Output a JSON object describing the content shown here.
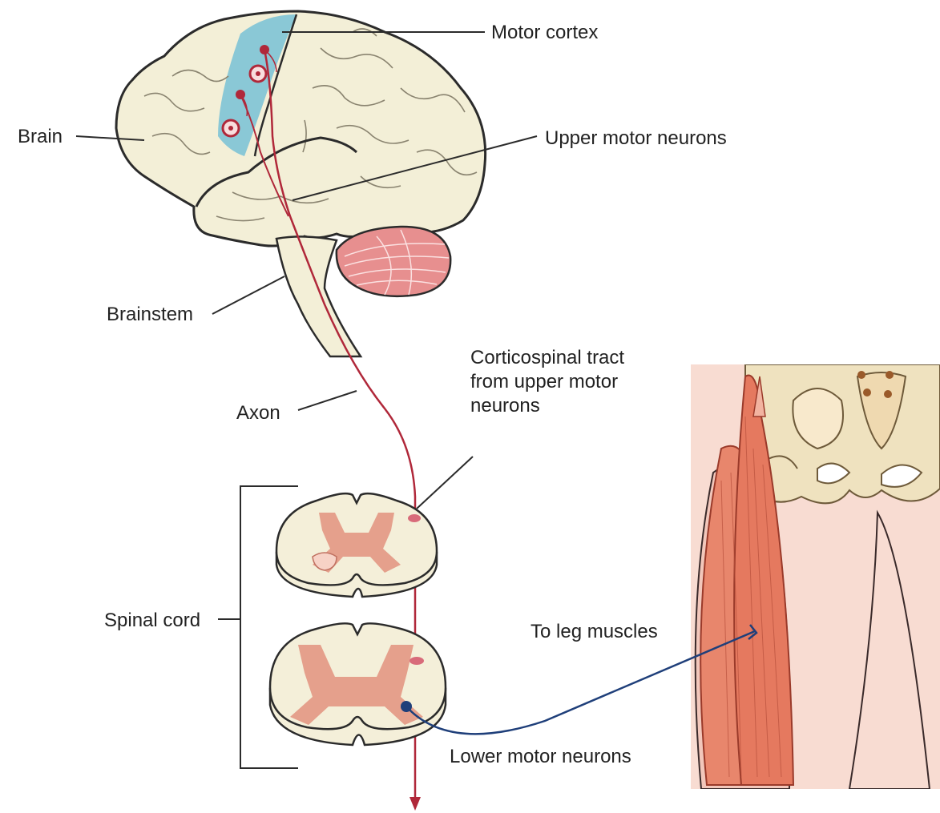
{
  "labels": {
    "motor_cortex": "Motor cortex",
    "brain": "Brain",
    "upper_motor_neurons": "Upper motor neurons",
    "brainstem": "Brainstem",
    "axon": "Axon",
    "corticospinal_tract": "Corticospinal tract from upper motor neurons",
    "spinal_cord": "Spinal cord",
    "to_leg_muscles": "To leg muscles",
    "lower_motor_neurons": "Lower motor neurons"
  },
  "colors": {
    "brain_fill": "#f3efd7",
    "brain_outline": "#2b2b2b",
    "motor_cortex": "#7ec3d6",
    "cerebellum": "#e78f8f",
    "upper_neuron_path": "#b0283a",
    "lower_neuron_path": "#1f3f7a",
    "spinal_white_matter": "#f4efd9",
    "spinal_gray_matter": "#e5a08c",
    "muscle": "#e8866c",
    "skin": "#f8dcd2",
    "bone": "#efe2bf"
  }
}
